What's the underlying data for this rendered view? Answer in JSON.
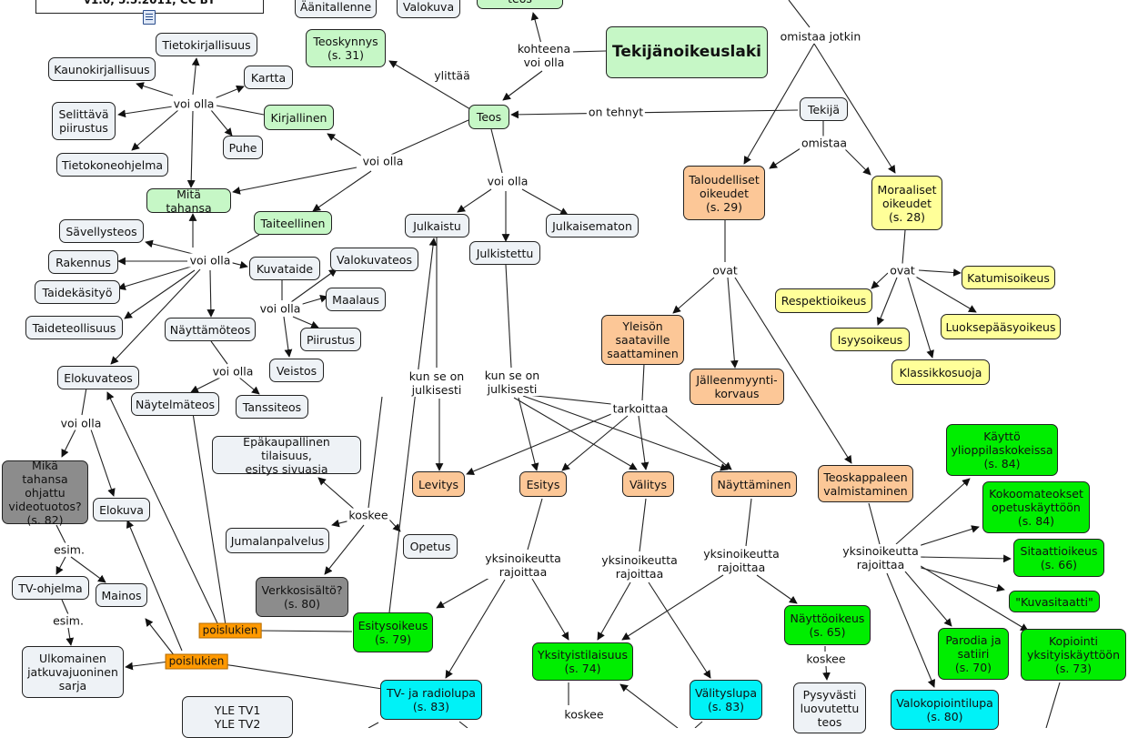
{
  "header": {
    "version_text": "v1.0, 5.5.2011, CC BY"
  },
  "nodes": [
    {
      "id": "aanitallenne",
      "text": "Äänitallenne",
      "style": "gray"
    },
    {
      "id": "valokuva",
      "text": "Valokuva",
      "style": "gray"
    },
    {
      "id": "teos_top",
      "text": "teos",
      "style": "lgreen"
    },
    {
      "id": "tekijanoikeuslaki",
      "text": "Tekijänoikeuslaki",
      "style": "main"
    },
    {
      "id": "tietokirjallisuus",
      "text": "Tietokirjallisuus",
      "style": "gray"
    },
    {
      "id": "kaunokirjallisuus",
      "text": "Kaunokirjallisuus",
      "style": "gray"
    },
    {
      "id": "kartta",
      "text": "Kartta",
      "style": "gray"
    },
    {
      "id": "teoskynnys",
      "text": "Teoskynnys\n(s. 31)",
      "style": "lgreen"
    },
    {
      "id": "selittava",
      "text": "Selittävä\npiirustus",
      "style": "gray"
    },
    {
      "id": "kirjallinen",
      "text": "Kirjallinen",
      "style": "lgreen"
    },
    {
      "id": "teos",
      "text": "Teos",
      "style": "lgreen"
    },
    {
      "id": "tekija",
      "text": "Tekijä",
      "style": "gray"
    },
    {
      "id": "puhe",
      "text": "Puhe",
      "style": "gray"
    },
    {
      "id": "tietokoneohjelma",
      "text": "Tietokoneohjelma",
      "style": "gray"
    },
    {
      "id": "taloudelliset",
      "text": "Taloudelliset\noikeudet\n(s. 29)",
      "style": "orange"
    },
    {
      "id": "moraaliset",
      "text": "Moraaliset\noikeudet\n(s. 28)",
      "style": "yellow"
    },
    {
      "id": "mita_tahansa",
      "text": "Mitä tahansa",
      "style": "lgreen"
    },
    {
      "id": "taiteellinen",
      "text": "Taiteellinen",
      "style": "lgreen"
    },
    {
      "id": "julkaistu",
      "text": "Julkaistu",
      "style": "gray"
    },
    {
      "id": "julkaisematon",
      "text": "Julkaisematon",
      "style": "gray"
    },
    {
      "id": "savellysteos",
      "text": "Sävellysteos",
      "style": "gray"
    },
    {
      "id": "julkistettu",
      "text": "Julkistettu",
      "style": "gray"
    },
    {
      "id": "rakennus",
      "text": "Rakennus",
      "style": "gray"
    },
    {
      "id": "valokuvateos",
      "text": "Valokuvateos",
      "style": "gray"
    },
    {
      "id": "kuvataide",
      "text": "Kuvataide",
      "style": "gray"
    },
    {
      "id": "taidekasityo",
      "text": "Taidekäsityö",
      "style": "gray"
    },
    {
      "id": "maalaus",
      "text": "Maalaus",
      "style": "gray"
    },
    {
      "id": "katumisoikeus",
      "text": "Katumisoikeus",
      "style": "yellow"
    },
    {
      "id": "respektioikeus",
      "text": "Respektioikeus",
      "style": "yellow"
    },
    {
      "id": "yleison",
      "text": "Yleisön\nsaataville\nsaattaminen",
      "style": "orange"
    },
    {
      "id": "taideteollisuus",
      "text": "Taideteollisuus",
      "style": "gray"
    },
    {
      "id": "nayttamoteos",
      "text": "Näyttämöteos",
      "style": "gray"
    },
    {
      "id": "luoksepaasyoikeus",
      "text": "Luoksepääsyoikeus",
      "style": "yellow"
    },
    {
      "id": "piirustus",
      "text": "Piirustus",
      "style": "gray"
    },
    {
      "id": "isyysoikeus",
      "text": "Isyysoikeus",
      "style": "yellow"
    },
    {
      "id": "elokuvateos",
      "text": "Elokuvateos",
      "style": "gray"
    },
    {
      "id": "veistos",
      "text": "Veistos",
      "style": "gray"
    },
    {
      "id": "klassikkosuoja",
      "text": "Klassikkosuoja",
      "style": "yellow"
    },
    {
      "id": "jalleenmyynti",
      "text": "Jälleenmyynti-\nkorvaus",
      "style": "orange"
    },
    {
      "id": "naytelmateos",
      "text": "Näytelmäteos",
      "style": "gray"
    },
    {
      "id": "tanssiteos",
      "text": "Tanssiteos",
      "style": "gray"
    },
    {
      "id": "kaytto_yo",
      "text": "Käyttö\nylioppilaskokeissa\n(s. 84)",
      "style": "green"
    },
    {
      "id": "epakaupallinen",
      "text": "Epäkaupallinen tilaisuus,\nesitys sivuasia",
      "style": "gray"
    },
    {
      "id": "mika_tahansa",
      "text": "Mikä tahansa\nohjattu\nvideotuotos?\n(s. 82)",
      "style": "dgray"
    },
    {
      "id": "levitys",
      "text": "Levitys",
      "style": "orange"
    },
    {
      "id": "esitys",
      "text": "Esitys",
      "style": "orange"
    },
    {
      "id": "valitys",
      "text": "Välitys",
      "style": "orange"
    },
    {
      "id": "nayttaminen",
      "text": "Näyttäminen",
      "style": "orange"
    },
    {
      "id": "teoskappaleen",
      "text": "Teoskappaleen\nvalmistaminen",
      "style": "orange"
    },
    {
      "id": "kokoomateokset",
      "text": "Kokoomateokset\nopetuskäyttöön\n(s. 84)",
      "style": "green"
    },
    {
      "id": "elokuva",
      "text": "Elokuva",
      "style": "gray"
    },
    {
      "id": "jumalanpalvelus",
      "text": "Jumalanpalvelus",
      "style": "gray"
    },
    {
      "id": "opetus",
      "text": "Opetus",
      "style": "gray"
    },
    {
      "id": "sitaattioikeus",
      "text": "Sitaattioikeus\n(s. 66)",
      "style": "green"
    },
    {
      "id": "tv_ohjelma",
      "text": "TV-ohjelma",
      "style": "gray"
    },
    {
      "id": "verkkosisalto",
      "text": "Verkkosisältö?\n(s. 80)",
      "style": "dgray"
    },
    {
      "id": "mainos",
      "text": "Mainos",
      "style": "gray"
    },
    {
      "id": "kuvasitaatti",
      "text": "\"Kuvasitaatti\"",
      "style": "green"
    },
    {
      "id": "nayttooikeus",
      "text": "Näyttöoikeus\n(s. 65)",
      "style": "green"
    },
    {
      "id": "esitysoikeus",
      "text": "Esitysoikeus\n(s. 79)",
      "style": "green"
    },
    {
      "id": "parodia",
      "text": "Parodia ja\nsatiiri\n(s. 70)",
      "style": "green"
    },
    {
      "id": "kopiointi",
      "text": "Kopiointi\nyksityiskäyttöön\n(s. 73)",
      "style": "green"
    },
    {
      "id": "yksityistilaisuus",
      "text": "Yksityistilaisuus\n(s. 74)",
      "style": "green"
    },
    {
      "id": "ulkomainen",
      "text": "Ulkomainen\njatkuvajuoninen\nsarja",
      "style": "gray"
    },
    {
      "id": "tv_radiolupa",
      "text": "TV- ja radiolupa\n(s. 83)",
      "style": "cyan"
    },
    {
      "id": "valityslupa",
      "text": "Välityslupa\n(s. 83)",
      "style": "cyan"
    },
    {
      "id": "pysyvasti",
      "text": "Pysyvästi\nluovutettu\nteos",
      "style": "gray"
    },
    {
      "id": "valokopiointilupa",
      "text": "Valokopiointilupa\n(s. 80)",
      "style": "cyan"
    },
    {
      "id": "yle",
      "text": "YLE TV1\nYLE TV2",
      "style": "gray"
    }
  ],
  "labels": [
    {
      "id": "kohteena",
      "text": "kohteena\nvoi olla"
    },
    {
      "id": "omistaa_jotkin",
      "text": "omistaa jotkin"
    },
    {
      "id": "ylittaa",
      "text": "ylittää"
    },
    {
      "id": "voi_olla_kirj",
      "text": "voi olla"
    },
    {
      "id": "on_tehnyt",
      "text": "on tehnyt"
    },
    {
      "id": "omistaa",
      "text": "omistaa"
    },
    {
      "id": "voi_olla_teos",
      "text": "voi olla"
    },
    {
      "id": "voi_olla_julk",
      "text": "voi olla"
    },
    {
      "id": "voi_olla_taid",
      "text": "voi olla"
    },
    {
      "id": "voi_olla_kuva",
      "text": "voi olla"
    },
    {
      "id": "ovat_tal",
      "text": "ovat"
    },
    {
      "id": "ovat_mor",
      "text": "ovat"
    },
    {
      "id": "voi_olla_nayt",
      "text": "voi olla"
    },
    {
      "id": "kun_julk1",
      "text": "kun se on\njulkisesti"
    },
    {
      "id": "kun_julk2",
      "text": "kun se on\njulkisesti"
    },
    {
      "id": "tarkoittaa",
      "text": "tarkoittaa"
    },
    {
      "id": "voi_olla_elo",
      "text": "voi olla"
    },
    {
      "id": "koskee1",
      "text": "koskee"
    },
    {
      "id": "esim1",
      "text": "esim."
    },
    {
      "id": "yr_esitys",
      "text": "yksinoikeutta\nrajoittaa"
    },
    {
      "id": "yr_valitys",
      "text": "yksinoikeutta\nrajoittaa"
    },
    {
      "id": "yr_naytt",
      "text": "yksinoikeutta\nrajoittaa"
    },
    {
      "id": "yr_teosk",
      "text": "yksinoikeutta\nrajoittaa"
    },
    {
      "id": "esim2",
      "text": "esim."
    },
    {
      "id": "koskee2",
      "text": "koskee"
    },
    {
      "id": "koskee3",
      "text": "koskee"
    }
  ],
  "exclusions": [
    {
      "id": "poislukien1",
      "text": "poislukien"
    },
    {
      "id": "poislukien2",
      "text": "poislukien"
    }
  ]
}
